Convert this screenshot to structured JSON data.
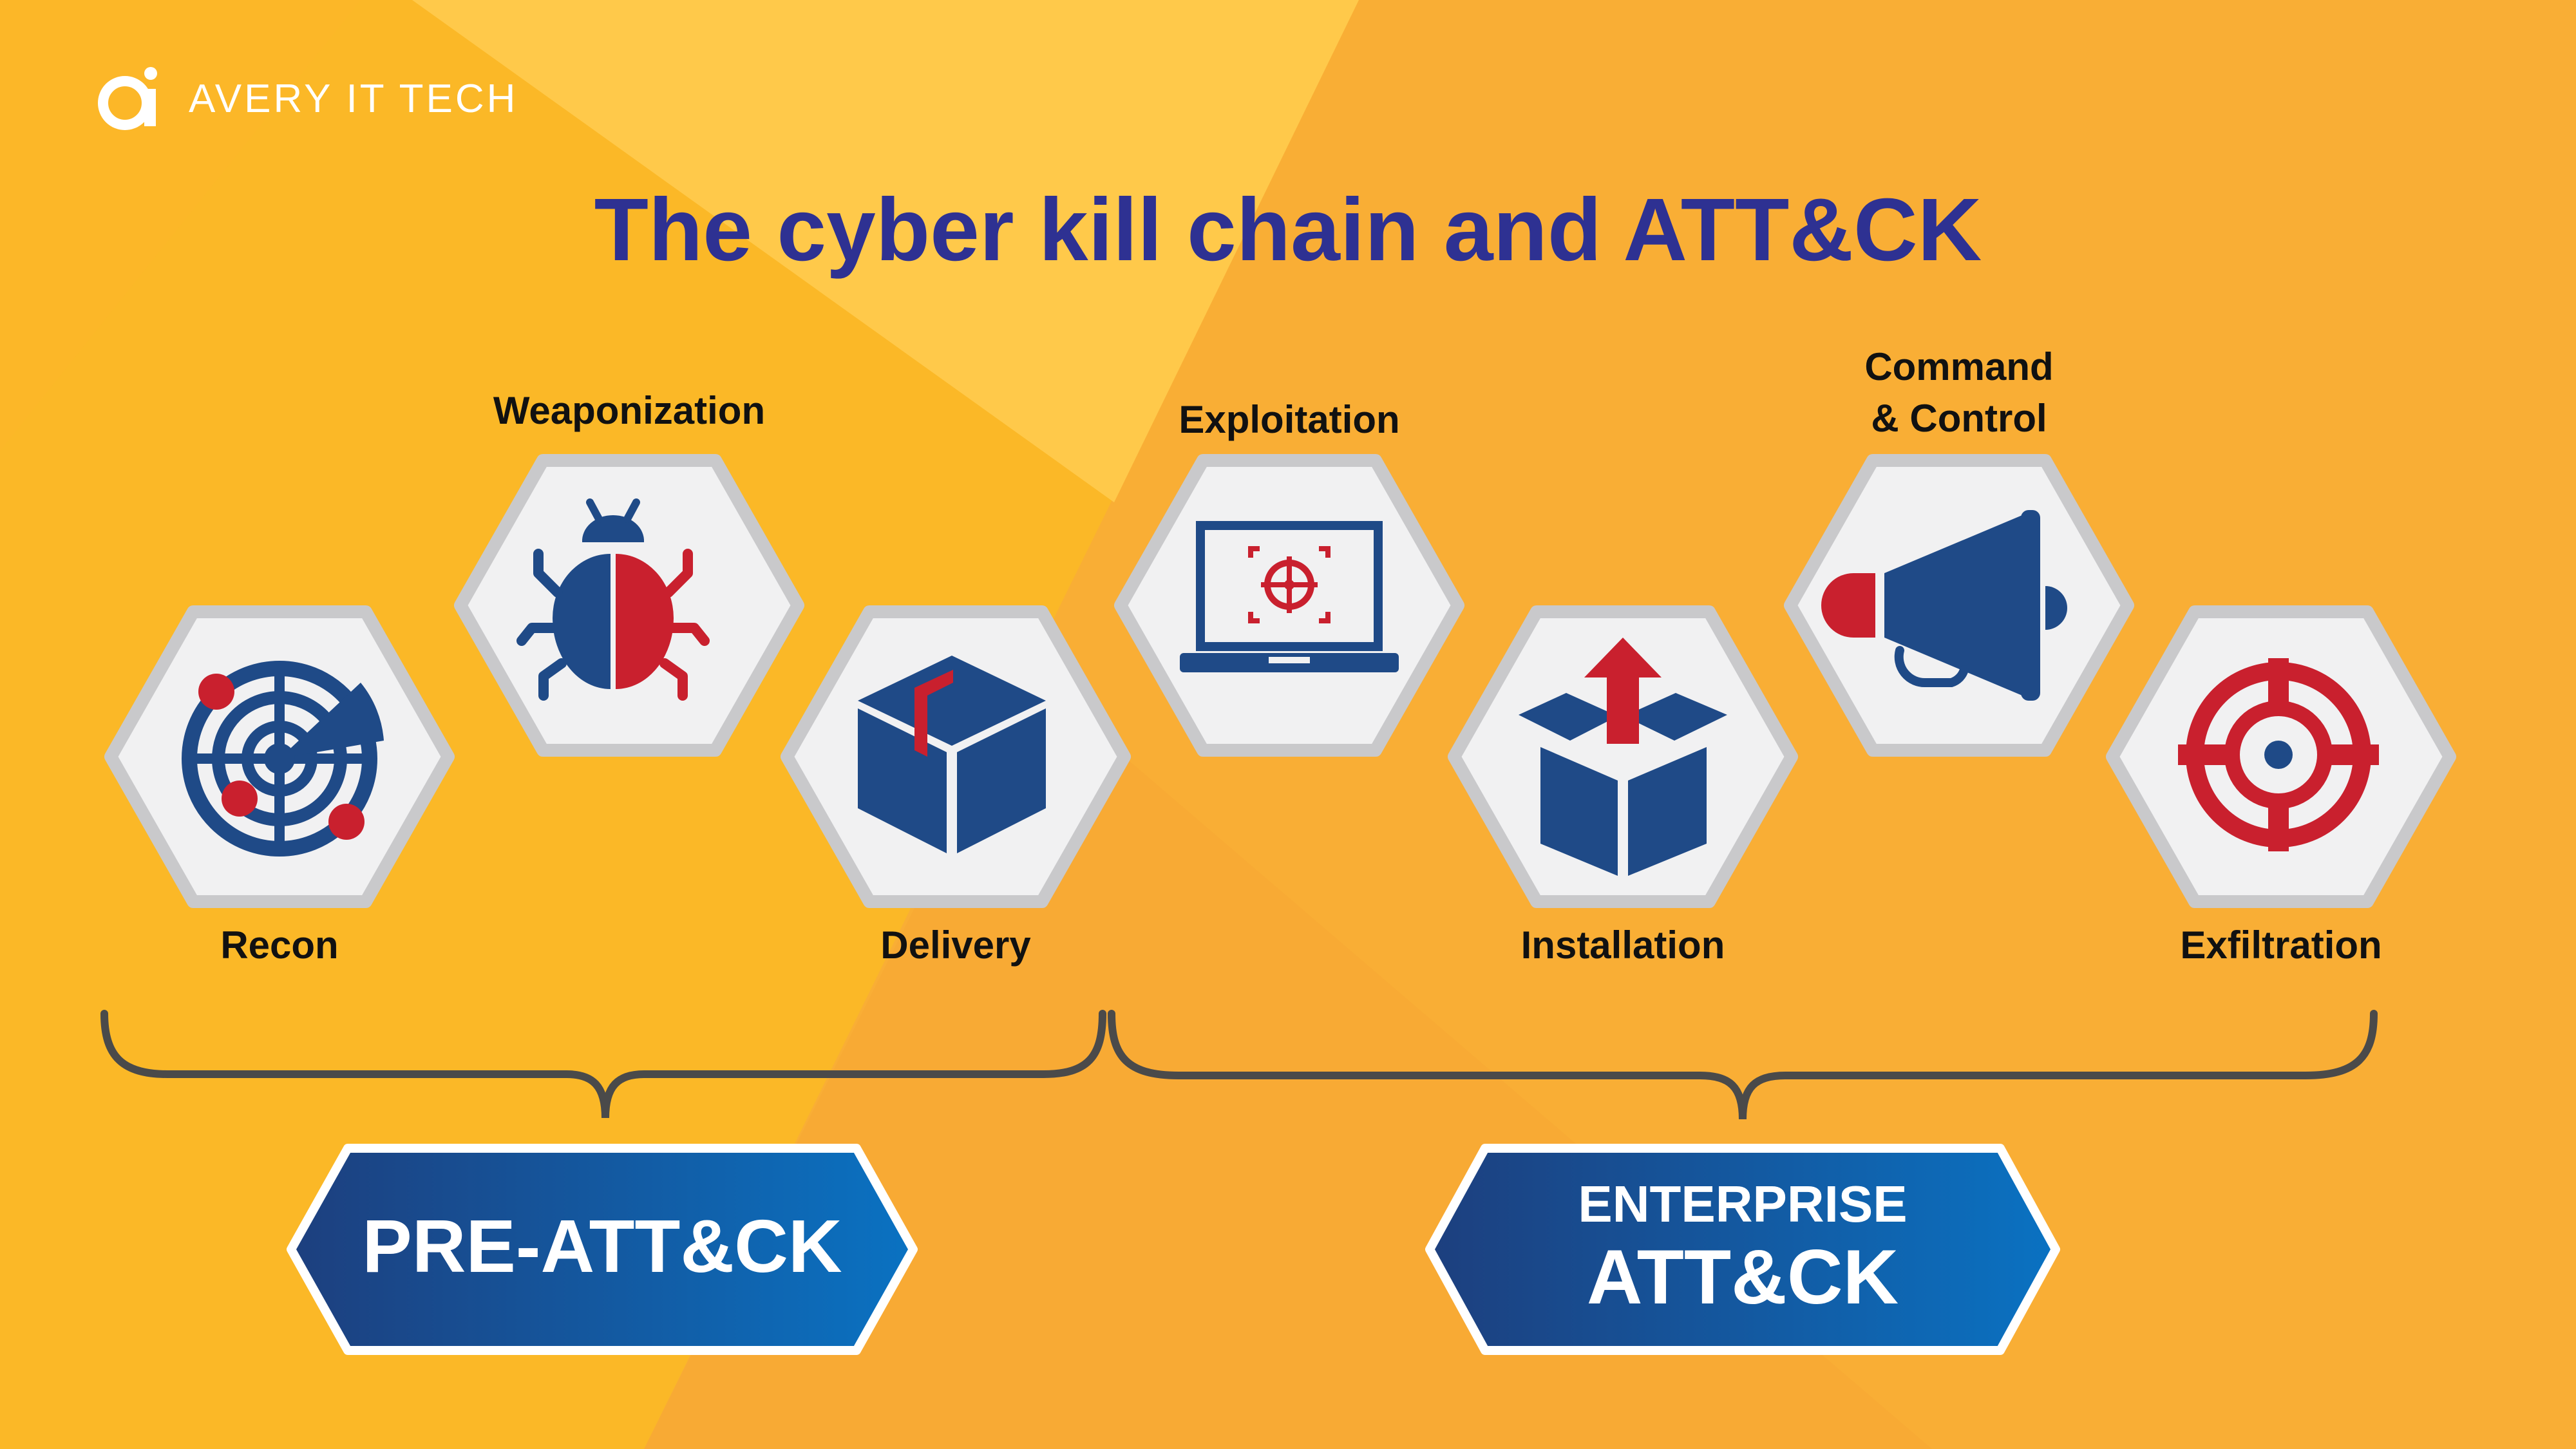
{
  "brand": {
    "name": "AVERY IT TECH",
    "icon": "avery-logo-icon"
  },
  "title": "The cyber kill chain and ATT&CK",
  "stages": [
    {
      "label": "Recon",
      "icon": "radar-icon"
    },
    {
      "label": "Weaponization",
      "icon": "bug-icon"
    },
    {
      "label": "Delivery",
      "icon": "package-icon"
    },
    {
      "label": "Exploitation",
      "icon": "laptop-target-icon"
    },
    {
      "label": "Installation",
      "icon": "box-upload-icon"
    },
    {
      "label": "Command\n& Control",
      "icon": "megaphone-icon"
    },
    {
      "label": "Exfiltration",
      "icon": "crosshair-icon"
    }
  ],
  "groups": [
    {
      "line1": "PRE-ATT&CK",
      "line2": ""
    },
    {
      "line1": "ENTERPRISE",
      "line2": "ATT&CK"
    }
  ],
  "colors": {
    "title": "#2e3192",
    "navy": "#1f4a87",
    "red": "#c9202e",
    "hex_fill": "#f1f1f2",
    "hex_border": "#c9c9cb",
    "bracket": "#4a4a4a"
  }
}
